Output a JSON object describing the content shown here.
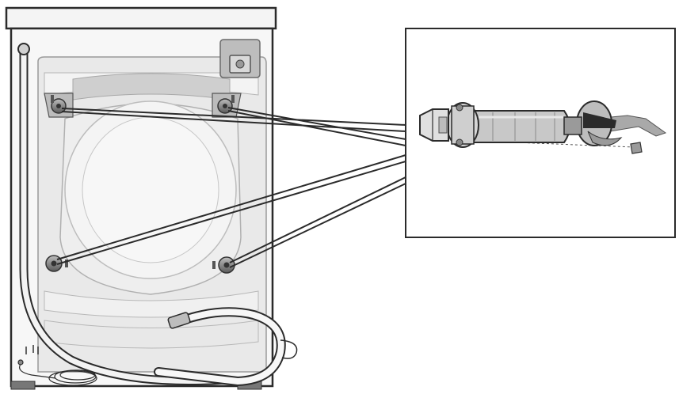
{
  "diagram": {
    "subject": "washing-machine-rear-transport-bolts",
    "colors": {
      "outline": "#2b2b2b",
      "panel_fill": "#e6e6e6",
      "panel_light": "#f2f2f2",
      "recess_fill": "#cfcfcf",
      "bolt_fill": "#8a8a8a",
      "bolt_dark": "#4a4a4a",
      "hose_fill": "#f7f7f7",
      "callout_bg": "#ffffff"
    },
    "bolts": [
      {
        "id": "top-left"
      },
      {
        "id": "top-right"
      },
      {
        "id": "bottom-left"
      },
      {
        "id": "bottom-right"
      }
    ]
  }
}
